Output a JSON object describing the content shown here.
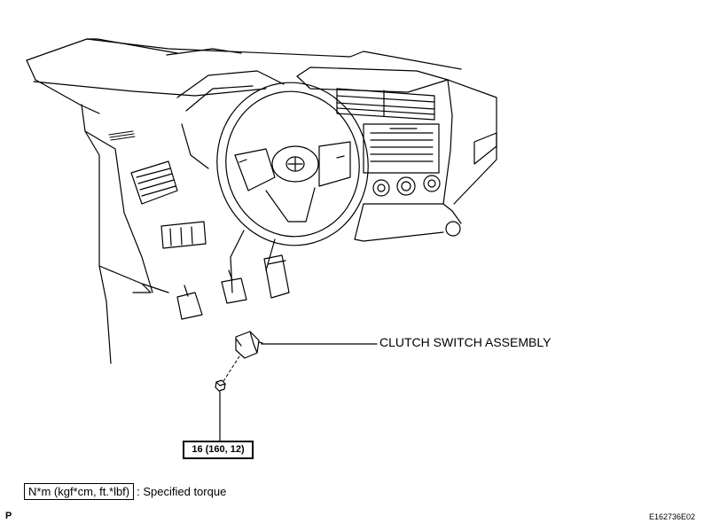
{
  "callout": {
    "label": "CLUTCH SWITCH ASSEMBLY"
  },
  "torque": {
    "value": "16 (160, 12)"
  },
  "legend": {
    "key": "N*m (kgf*cm, ft.*lbf)",
    "description": ": Specified torque"
  },
  "corner": {
    "left": "P",
    "right": "E162736E02"
  }
}
